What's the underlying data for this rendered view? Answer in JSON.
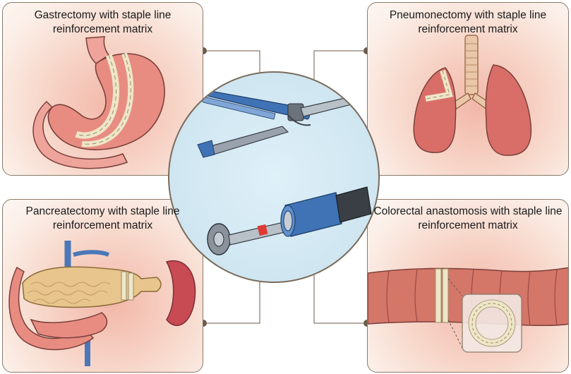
{
  "panels": {
    "gastrectomy": {
      "title": "Gastrectomy with staple line reinforcement matrix"
    },
    "pneumonectomy": {
      "title": "Pneumonectomy with staple line reinforcement matrix"
    },
    "pancreatectomy": {
      "title": "Pancreatectomy with staple line reinforcement matrix"
    },
    "colorectal": {
      "title": "Colorectal anastomosis with staple line reinforcement matrix"
    }
  },
  "center": {
    "items": [
      "linear-stapler",
      "circular-stapler"
    ]
  },
  "colors": {
    "panel_border": "#8a7a6a",
    "connector": "#6b5a4a",
    "stapler_blue": "#3f73b5",
    "tissue_pink": "#e88c82",
    "pancreas_tan": "#e7c58c",
    "vessel_blue": "#4a78b8",
    "staple_line": "#efe6c8"
  }
}
